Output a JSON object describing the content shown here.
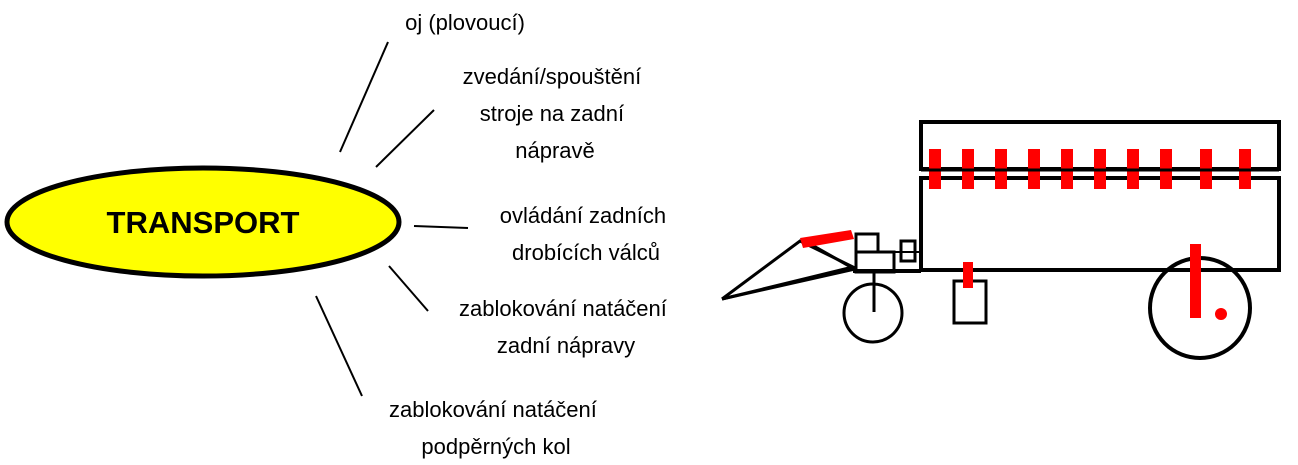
{
  "hub": {
    "label": "TRANSPORT",
    "fill_color": "#ffff00",
    "stroke_color": "#000000"
  },
  "functions": [
    {
      "lines": [
        "oj (plovoucí)"
      ]
    },
    {
      "lines": [
        "zvedání/spouštění",
        "stroje na zadní",
        "nápravě"
      ]
    },
    {
      "lines": [
        "ovládání zadních",
        "drobících válců"
      ]
    },
    {
      "lines": [
        "zablokování natáčení",
        "zadní nápravy"
      ]
    },
    {
      "lines": [
        "zablokování natáčení",
        "podpěrných kol"
      ]
    }
  ],
  "machine": {
    "illustration": "trailed-machine-side-view",
    "highlight_color": "#ff0000",
    "outline_color": "#000000"
  }
}
